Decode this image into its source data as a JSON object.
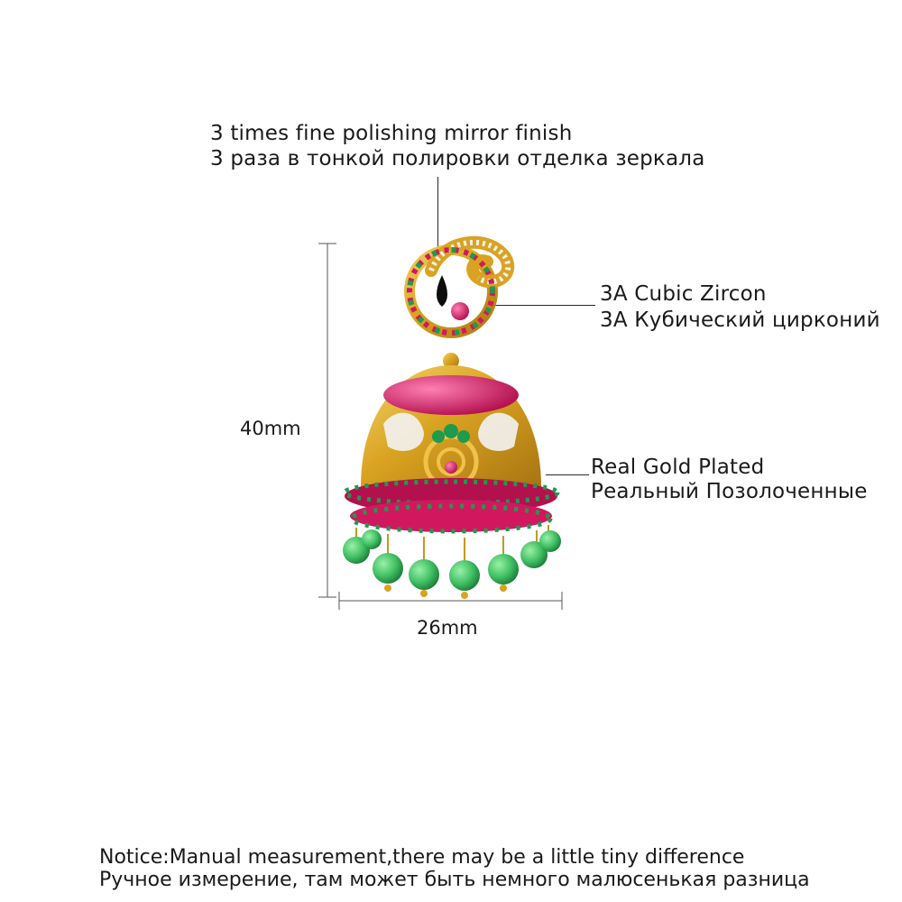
{
  "callouts": {
    "polishing": {
      "en": "3 times fine polishing mirror finish",
      "ru": "3 раза в тонкой полировки отделка зеркала"
    },
    "zircon": {
      "en": "3A Cubic Zircon",
      "ru": "3А Кубический цирконий"
    },
    "gold": {
      "en": "Real Gold Plated",
      "ru": "Реальный Позолоченные"
    }
  },
  "dimensions": {
    "height": "40mm",
    "width": "26mm"
  },
  "notice": {
    "en": "Notice:Manual measurement,there may be a little tiny difference",
    "ru": "Ручное измерение, там может быть немного малюсенькая разница"
  },
  "colors": {
    "gold": "#d9a321",
    "ruby": "#d1185f",
    "emerald": "#1f9a4e",
    "jade": "#3fbf62",
    "crystal": "#f3f3f3",
    "onyx": "#0d0d0d"
  }
}
